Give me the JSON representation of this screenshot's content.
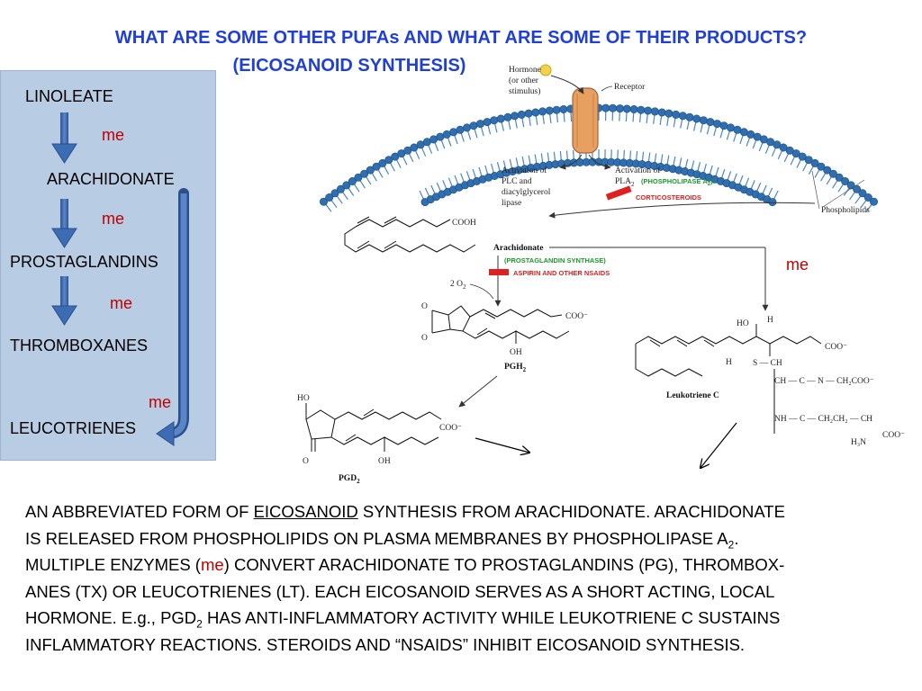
{
  "title": {
    "line1": "WHAT ARE SOME OTHER PUFAs AND WHAT ARE SOME OF THEIR PRODUCTS?",
    "line2": "(EICOSANOID SYNTHESIS)"
  },
  "pathway": {
    "steps": [
      "LINOLEATE",
      "ARACHIDONATE",
      "PROSTAGLANDINS",
      "THROMBOXANES",
      "LEUCOTRIENES"
    ],
    "enzyme_label": "me"
  },
  "figure": {
    "hormone": "Hormone",
    "hormone2": "(or other",
    "hormone3": "stimulus)",
    "receptor": "Receptor",
    "plc1": "Activation of",
    "plc2": "PLC and",
    "plc3": "diacylglycerol",
    "plc4": "lipase",
    "pla1": "Activation of",
    "pla2": "PLA",
    "pla2_sub": "2",
    "phospholipase_a2": "(PHOSPHOLIPASE A",
    "phospholipase_a2_sub": "2",
    "phospholipase_a2_end": ")",
    "corticosteroids": "CORTICOSTEROIDS",
    "phospholipids": "Phospholipids",
    "cooh": "COOH",
    "arachidonate": "Arachidonate",
    "pg_synthase": "(PROSTAGLANDIN SYNTHASE)",
    "aspirin": "ASPIRIN AND OTHER NSAIDS",
    "o2": "2 O",
    "o2_sub": "2",
    "pgh2": "PGH",
    "pgh2_sub": "2",
    "pgd2": "PGD",
    "pgd2_sub": "2",
    "leukotriene_c": "Leukotriene C",
    "me_label": "me",
    "coo": "COO⁻",
    "oh": "OH",
    "ho": "HO",
    "h": "H",
    "o": "O",
    "s_ch2": "S — CH",
    "ch_c_n": "CH — C — N — CH₂COO⁻",
    "nh_c": "NH — C — CH₂CH₂ — CH",
    "h3n": "H₃N",
    "colors": {
      "membrane": "#2f6fb0",
      "receptor": "#e8a060",
      "hormone": "#f2d24a",
      "inhibit": "#e02020",
      "enzyme_green": "#1a9a2a"
    }
  },
  "caption": {
    "l1a": "AN ABBREVIATED FORM OF ",
    "l1u": "EICOSANOID",
    "l1b": " SYNTHESIS FROM ARACHIDONATE. ARACHIDONATE",
    "l2": "IS RELEASED FROM PHOSPHOLIPIDS ON PLASMA MEMBRANES BY PHOSPHOLIPASE A",
    "l2sub": "2",
    "l2end": ".",
    "l3a": "MULTIPLE ENZYMES (",
    "l3red": "me",
    "l3b": ") CONVERT ARACHIDONATE TO PROSTAGLANDINS (PG), THROMBOX-",
    "l4": "ANES (TX) OR LEUCOTRIENES (LT).  EACH EICOSANOID SERVES AS A SHORT ACTING, LOCAL",
    "l5a": "HORMONE. E.g., PGD",
    "l5sub": "2",
    "l5b": " HAS ANTI-INFLAMMATORY ACTIVITY WHILE LEUKOTRIENE C SUSTAINS",
    "l6": "INFLAMMATORY REACTIONS. STEROIDS AND “NSAIDS” INHIBIT EICOSANOID SYNTHESIS."
  }
}
